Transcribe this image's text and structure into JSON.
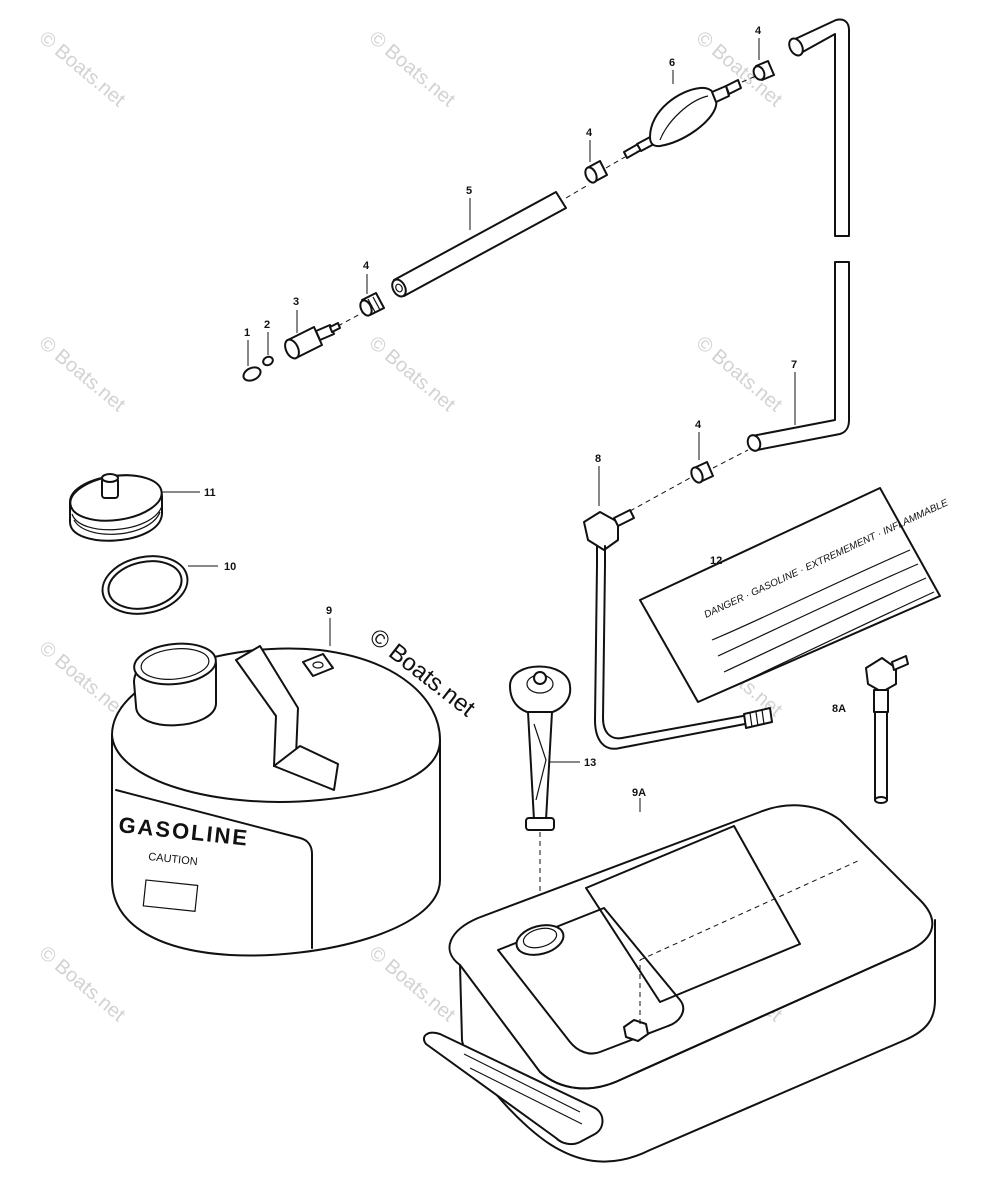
{
  "callouts": {
    "c1": "1",
    "c2": "2",
    "c3": "3",
    "c4a": "4",
    "c4b": "4",
    "c4c": "4",
    "c4d": "4",
    "c5": "5",
    "c6": "6",
    "c7": "7",
    "c8": "8",
    "c8a": "8A",
    "c9": "9",
    "c9a": "9A",
    "c10": "10",
    "c11": "11",
    "c12": "12",
    "c13": "13"
  },
  "watermark": {
    "text": "© Boats.net",
    "main_text": "© Boats.net"
  },
  "can_label": {
    "title": "GASOLINE",
    "subtitle": "CAUTION"
  },
  "decal": {
    "text": "DANGER · GASOLINE · EXTREMEMENT · INFLAMMABLE"
  },
  "colors": {
    "line": "#111111",
    "watermark": "#d2d2d2",
    "background": "#ffffff"
  }
}
